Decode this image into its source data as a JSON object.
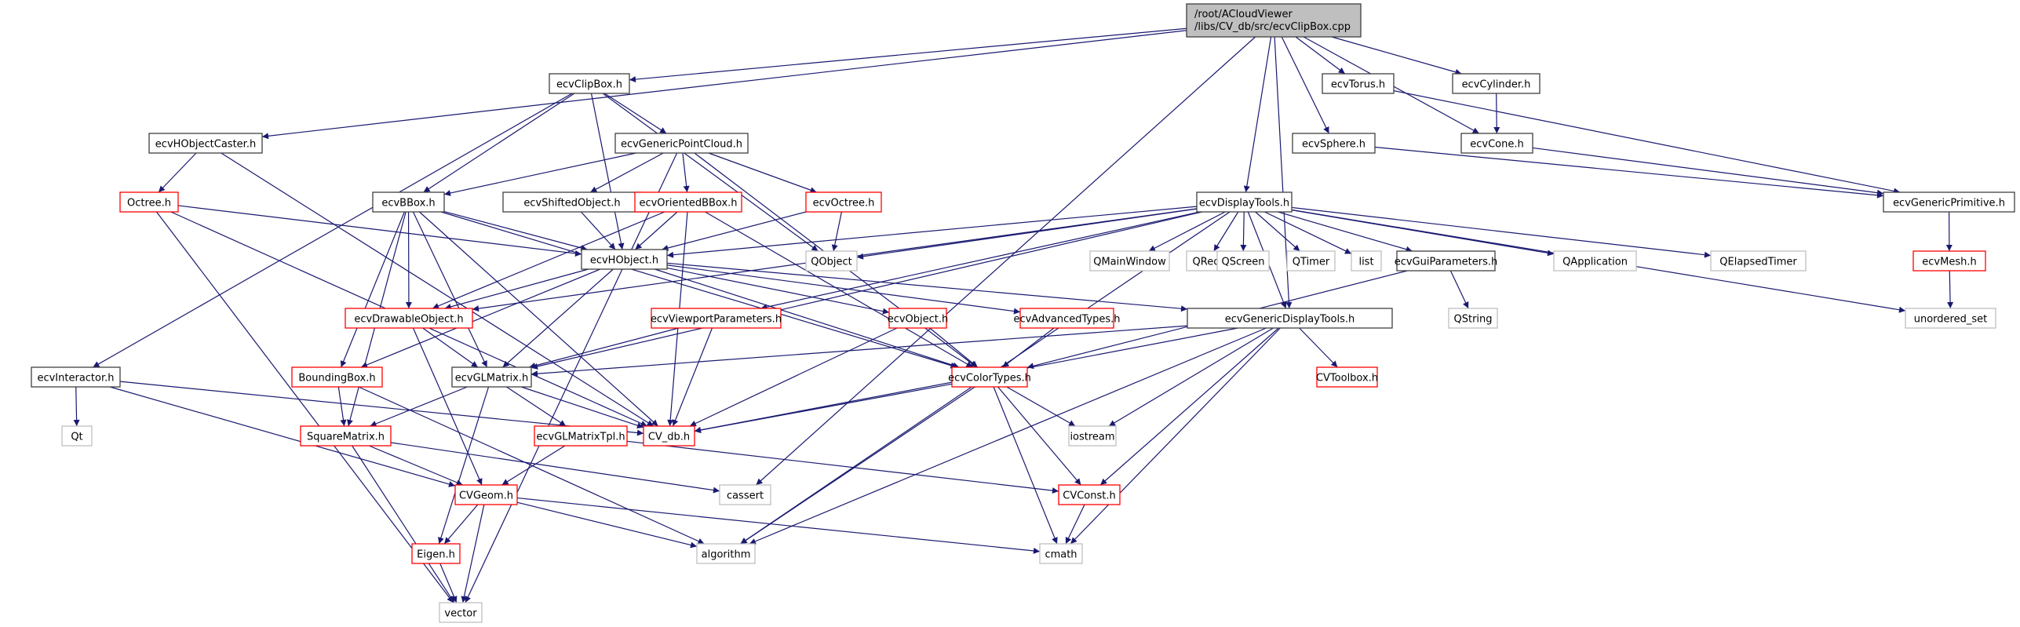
{
  "title": "Include dependency graph for ecvClipBox.cpp",
  "colors": {
    "root_fill": "#bfbfbf",
    "root_border": "#404040",
    "documented_border": "#404040",
    "truncated_border": "#ff0000",
    "external_border": "#bfbfbf",
    "edge": "#191970",
    "background": "#ffffff"
  },
  "nodes": [
    {
      "id": "root",
      "label_lines": [
        "/root/ACloudViewer",
        "/libs/CV_db/src/ecvClipBox.cpp"
      ],
      "kind": "root"
    },
    {
      "id": "ecvClipBox",
      "label_lines": [
        "ecvClipBox.h"
      ],
      "kind": "documented"
    },
    {
      "id": "ecvTorus",
      "label_lines": [
        "ecvTorus.h"
      ],
      "kind": "documented"
    },
    {
      "id": "ecvCylinder",
      "label_lines": [
        "ecvCylinder.h"
      ],
      "kind": "documented"
    },
    {
      "id": "ecvHObjectCaster",
      "label_lines": [
        "ecvHObjectCaster.h"
      ],
      "kind": "documented"
    },
    {
      "id": "ecvGenericPointCloud",
      "label_lines": [
        "ecvGenericPointCloud.h"
      ],
      "kind": "documented"
    },
    {
      "id": "ecvSphere",
      "label_lines": [
        "ecvSphere.h"
      ],
      "kind": "documented"
    },
    {
      "id": "ecvCone",
      "label_lines": [
        "ecvCone.h"
      ],
      "kind": "documented"
    },
    {
      "id": "Octree",
      "label_lines": [
        "Octree.h"
      ],
      "kind": "truncated"
    },
    {
      "id": "ecvBBox",
      "label_lines": [
        "ecvBBox.h"
      ],
      "kind": "documented"
    },
    {
      "id": "ecvShiftedObject",
      "label_lines": [
        "ecvShiftedObject.h"
      ],
      "kind": "documented"
    },
    {
      "id": "ecvOrientedBBox",
      "label_lines": [
        "ecvOrientedBBox.h"
      ],
      "kind": "truncated"
    },
    {
      "id": "ecvOctree",
      "label_lines": [
        "ecvOctree.h"
      ],
      "kind": "truncated"
    },
    {
      "id": "ecvDisplayTools",
      "label_lines": [
        "ecvDisplayTools.h"
      ],
      "kind": "documented"
    },
    {
      "id": "ecvGenericPrimitive",
      "label_lines": [
        "ecvGenericPrimitive.h"
      ],
      "kind": "documented"
    },
    {
      "id": "ecvHObject",
      "label_lines": [
        "ecvHObject.h"
      ],
      "kind": "documented"
    },
    {
      "id": "QObject",
      "label_lines": [
        "QObject"
      ],
      "kind": "external"
    },
    {
      "id": "QMainWindow",
      "label_lines": [
        "QMainWindow"
      ],
      "kind": "external"
    },
    {
      "id": "QRect",
      "label_lines": [
        "QRect"
      ],
      "kind": "external"
    },
    {
      "id": "QScreen",
      "label_lines": [
        "QScreen"
      ],
      "kind": "external"
    },
    {
      "id": "QTimer",
      "label_lines": [
        "QTimer"
      ],
      "kind": "external"
    },
    {
      "id": "list",
      "label_lines": [
        "list"
      ],
      "kind": "external"
    },
    {
      "id": "ecvGuiParameters",
      "label_lines": [
        "ecvGuiParameters.h"
      ],
      "kind": "documented"
    },
    {
      "id": "QApplication",
      "label_lines": [
        "QApplication"
      ],
      "kind": "external"
    },
    {
      "id": "QElapsedTimer",
      "label_lines": [
        "QElapsedTimer"
      ],
      "kind": "external"
    },
    {
      "id": "ecvMesh",
      "label_lines": [
        "ecvMesh.h"
      ],
      "kind": "truncated"
    },
    {
      "id": "ecvDrawableObject",
      "label_lines": [
        "ecvDrawableObject.h"
      ],
      "kind": "truncated"
    },
    {
      "id": "ecvViewportParameters",
      "label_lines": [
        "ecvViewportParameters.h"
      ],
      "kind": "truncated"
    },
    {
      "id": "ecvObject",
      "label_lines": [
        "ecvObject.h"
      ],
      "kind": "truncated"
    },
    {
      "id": "ecvAdvancedTypes",
      "label_lines": [
        "ecvAdvancedTypes.h"
      ],
      "kind": "truncated"
    },
    {
      "id": "ecvGenericDisplayTools",
      "label_lines": [
        "ecvGenericDisplayTools.h"
      ],
      "kind": "documented"
    },
    {
      "id": "QString",
      "label_lines": [
        "QString"
      ],
      "kind": "external"
    },
    {
      "id": "unordered_set",
      "label_lines": [
        "unordered_set"
      ],
      "kind": "external"
    },
    {
      "id": "ecvInteractor",
      "label_lines": [
        "ecvInteractor.h"
      ],
      "kind": "documented"
    },
    {
      "id": "BoundingBox",
      "label_lines": [
        "BoundingBox.h"
      ],
      "kind": "truncated"
    },
    {
      "id": "ecvGLMatrix",
      "label_lines": [
        "ecvGLMatrix.h"
      ],
      "kind": "documented"
    },
    {
      "id": "ecvColorTypes",
      "label_lines": [
        "ecvColorTypes.h"
      ],
      "kind": "truncated"
    },
    {
      "id": "CVToolbox",
      "label_lines": [
        "CVToolbox.h"
      ],
      "kind": "truncated"
    },
    {
      "id": "Qt",
      "label_lines": [
        "Qt"
      ],
      "kind": "external"
    },
    {
      "id": "SquareMatrix",
      "label_lines": [
        "SquareMatrix.h"
      ],
      "kind": "truncated"
    },
    {
      "id": "ecvGLMatrixTpl",
      "label_lines": [
        "ecvGLMatrixTpl.h"
      ],
      "kind": "truncated"
    },
    {
      "id": "CV_db",
      "label_lines": [
        "CV_db.h"
      ],
      "kind": "truncated"
    },
    {
      "id": "iostream",
      "label_lines": [
        "iostream"
      ],
      "kind": "external"
    },
    {
      "id": "CVGeom",
      "label_lines": [
        "CVGeom.h"
      ],
      "kind": "truncated"
    },
    {
      "id": "cassert",
      "label_lines": [
        "cassert"
      ],
      "kind": "external"
    },
    {
      "id": "CVConst",
      "label_lines": [
        "CVConst.h"
      ],
      "kind": "truncated"
    },
    {
      "id": "Eigen",
      "label_lines": [
        "Eigen.h"
      ],
      "kind": "truncated"
    },
    {
      "id": "algorithm",
      "label_lines": [
        "algorithm"
      ],
      "kind": "external"
    },
    {
      "id": "cmath",
      "label_lines": [
        "cmath"
      ],
      "kind": "external"
    },
    {
      "id": "vector",
      "label_lines": [
        "vector"
      ],
      "kind": "external"
    }
  ],
  "edges": [
    [
      "root",
      "ecvClipBox"
    ],
    [
      "root",
      "ecvTorus"
    ],
    [
      "root",
      "ecvCylinder"
    ],
    [
      "root",
      "ecvHObjectCaster"
    ],
    [
      "root",
      "ecvSphere"
    ],
    [
      "root",
      "ecvCone"
    ],
    [
      "root",
      "ecvDisplayTools"
    ],
    [
      "root",
      "ecvGenericDisplayTools"
    ],
    [
      "root",
      "cassert"
    ],
    [
      "ecvClipBox",
      "ecvGenericPointCloud"
    ],
    [
      "ecvClipBox",
      "ecvBBox"
    ],
    [
      "ecvClipBox",
      "ecvHObject"
    ],
    [
      "ecvClipBox",
      "QObject"
    ],
    [
      "ecvClipBox",
      "ecvInteractor"
    ],
    [
      "ecvTorus",
      "ecvGenericPrimitive"
    ],
    [
      "ecvCylinder",
      "ecvCone"
    ],
    [
      "ecvCone",
      "ecvGenericPrimitive"
    ],
    [
      "ecvSphere",
      "ecvGenericPrimitive"
    ],
    [
      "ecvGenericPrimitive",
      "ecvMesh"
    ],
    [
      "ecvMesh",
      "unordered_set"
    ],
    [
      "ecvHObjectCaster",
      "Octree"
    ],
    [
      "ecvHObjectCaster",
      "CV_db"
    ],
    [
      "Octree",
      "ecvHObject"
    ],
    [
      "Octree",
      "CV_db"
    ],
    [
      "Octree",
      "vector"
    ],
    [
      "ecvGenericPointCloud",
      "ecvBBox"
    ],
    [
      "ecvGenericPointCloud",
      "ecvShiftedObject"
    ],
    [
      "ecvGenericPointCloud",
      "ecvOrientedBBox"
    ],
    [
      "ecvGenericPointCloud",
      "ecvOctree"
    ],
    [
      "ecvGenericPointCloud",
      "ecvColorTypes"
    ],
    [
      "ecvGenericPointCloud",
      "vector"
    ],
    [
      "ecvBBox",
      "ecvHObject"
    ],
    [
      "ecvBBox",
      "ecvDrawableObject"
    ],
    [
      "ecvBBox",
      "BoundingBox"
    ],
    [
      "ecvBBox",
      "ecvGLMatrix"
    ],
    [
      "ecvBBox",
      "SquareMatrix"
    ],
    [
      "ecvBBox",
      "CV_db"
    ],
    [
      "ecvBBox",
      "ecvColorTypes"
    ],
    [
      "ecvShiftedObject",
      "ecvHObject"
    ],
    [
      "ecvOrientedBBox",
      "ecvHObject"
    ],
    [
      "ecvOrientedBBox",
      "ecvDrawableObject"
    ],
    [
      "ecvOrientedBBox",
      "CV_db"
    ],
    [
      "ecvOrientedBBox",
      "ecvColorTypes"
    ],
    [
      "ecvOctree",
      "ecvHObject"
    ],
    [
      "ecvOctree",
      "QObject"
    ],
    [
      "ecvDisplayTools",
      "ecvHObject"
    ],
    [
      "ecvDisplayTools",
      "QObject"
    ],
    [
      "ecvDisplayTools",
      "QMainWindow"
    ],
    [
      "ecvDisplayTools",
      "QRect"
    ],
    [
      "ecvDisplayTools",
      "QScreen"
    ],
    [
      "ecvDisplayTools",
      "QTimer"
    ],
    [
      "ecvDisplayTools",
      "list"
    ],
    [
      "ecvDisplayTools",
      "ecvGuiParameters"
    ],
    [
      "ecvDisplayTools",
      "QApplication"
    ],
    [
      "ecvDisplayTools",
      "QElapsedTimer"
    ],
    [
      "ecvDisplayTools",
      "ecvViewportParameters"
    ],
    [
      "ecvDisplayTools",
      "ecvGenericDisplayTools"
    ],
    [
      "ecvDisplayTools",
      "ecvGLMatrix"
    ],
    [
      "ecvDisplayTools",
      "ecvDrawableObject"
    ],
    [
      "ecvDisplayTools",
      "unordered_set"
    ],
    [
      "ecvDisplayTools",
      "algorithm"
    ],
    [
      "ecvGuiParameters",
      "QString"
    ],
    [
      "ecvGuiParameters",
      "ecvColorTypes"
    ],
    [
      "ecvHObject",
      "ecvDrawableObject"
    ],
    [
      "ecvHObject",
      "ecvObject"
    ],
    [
      "ecvHObject",
      "ecvAdvancedTypes"
    ],
    [
      "ecvHObject",
      "ecvGenericDisplayTools"
    ],
    [
      "ecvHObject",
      "ecvGLMatrix"
    ],
    [
      "ecvHObject",
      "BoundingBox"
    ],
    [
      "ecvHObject",
      "ecvColorTypes"
    ],
    [
      "ecvDrawableObject",
      "ecvGLMatrix"
    ],
    [
      "ecvDrawableObject",
      "CVGeom"
    ],
    [
      "ecvViewportParameters",
      "ecvGLMatrix"
    ],
    [
      "ecvViewportParameters",
      "CV_db"
    ],
    [
      "ecvObject",
      "ecvColorTypes"
    ],
    [
      "ecvObject",
      "CV_db"
    ],
    [
      "ecvAdvancedTypes",
      "ecvColorTypes"
    ],
    [
      "ecvGenericDisplayTools",
      "ecvGLMatrix"
    ],
    [
      "ecvGenericDisplayTools",
      "CVToolbox"
    ],
    [
      "ecvGenericDisplayTools",
      "CV_db"
    ],
    [
      "ecvGenericDisplayTools",
      "iostream"
    ],
    [
      "ecvGenericDisplayTools",
      "CVConst"
    ],
    [
      "ecvGenericDisplayTools",
      "algorithm"
    ],
    [
      "ecvGenericDisplayTools",
      "cmath"
    ],
    [
      "ecvInteractor",
      "Qt"
    ],
    [
      "ecvInteractor",
      "CV_db"
    ],
    [
      "ecvInteractor",
      "CVGeom"
    ],
    [
      "BoundingBox",
      "SquareMatrix"
    ],
    [
      "BoundingBox",
      "algorithm"
    ],
    [
      "ecvGLMatrix",
      "SquareMatrix"
    ],
    [
      "ecvGLMatrix",
      "ecvGLMatrixTpl"
    ],
    [
      "ecvGLMatrix",
      "CV_db"
    ],
    [
      "ecvGLMatrix",
      "Eigen"
    ],
    [
      "ecvColorTypes",
      "CV_db"
    ],
    [
      "ecvColorTypes",
      "iostream"
    ],
    [
      "ecvColorTypes",
      "CVConst"
    ],
    [
      "ecvColorTypes",
      "algorithm"
    ],
    [
      "ecvColorTypes",
      "cmath"
    ],
    [
      "SquareMatrix",
      "CVGeom"
    ],
    [
      "SquareMatrix",
      "cassert"
    ],
    [
      "SquareMatrix",
      "vector"
    ],
    [
      "ecvGLMatrixTpl",
      "CVGeom"
    ],
    [
      "ecvGLMatrixTpl",
      "CVConst"
    ],
    [
      "CVGeom",
      "Eigen"
    ],
    [
      "CVGeom",
      "vector"
    ],
    [
      "CVGeom",
      "algorithm"
    ],
    [
      "CVGeom",
      "cmath"
    ],
    [
      "CVConst",
      "cmath"
    ],
    [
      "Eigen",
      "vector"
    ]
  ]
}
